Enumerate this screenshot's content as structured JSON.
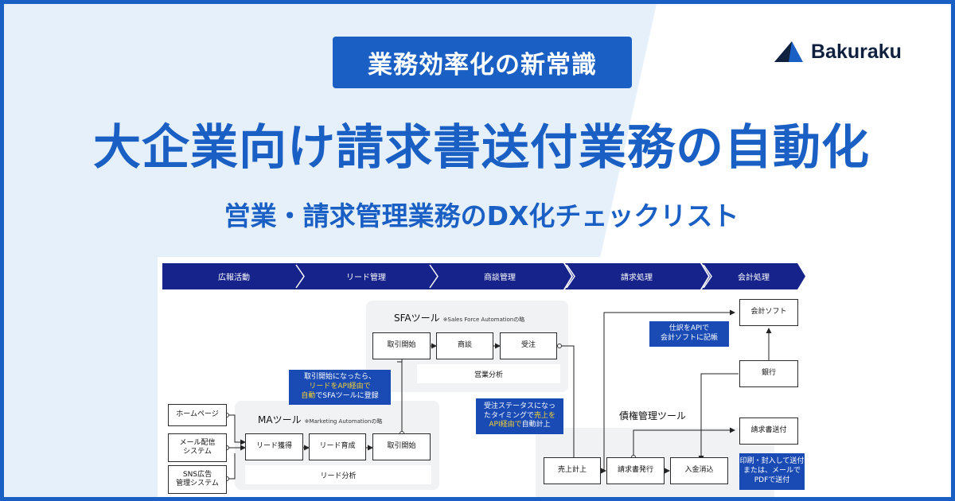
{
  "tagline": "業務効率化の新常識",
  "brand": {
    "name": "Bakuraku",
    "logo_icon": "triangle-logo-icon"
  },
  "headline": "大企業向け請求書送付業務の自動化",
  "subline": "営業・請求管理業務のDX化チェックリスト",
  "colors": {
    "primary": "#1a5fc4",
    "navy": "#16238a",
    "note": "#1a4bb4",
    "highlight": "#f5d232"
  },
  "diagram": {
    "stages": [
      "広報活動",
      "リード管理",
      "商談管理",
      "請求処理",
      "会計処理"
    ],
    "sources": [
      "ホームページ",
      "メール配信\nシステム",
      "SNS広告\n管理システム"
    ],
    "ma": {
      "title": "MAツール",
      "subtitle": "※Marketing Automationの略",
      "steps": [
        "リード獲得",
        "リード育成",
        "取引開始"
      ],
      "analysis": "リード分析"
    },
    "sfa": {
      "title": "SFAツール",
      "subtitle": "※Sales Force Automationの略",
      "steps": [
        "取引開始",
        "商談",
        "受注"
      ],
      "analysis": "営業分析"
    },
    "credit": {
      "title": "債権管理ツール",
      "steps": [
        "売上計上",
        "請求書発行",
        "入金消込"
      ]
    },
    "right": {
      "accounting": "会計ソフト",
      "bank": "銀行",
      "invoice_send": "請求書送付"
    },
    "notes": {
      "api_lead": {
        "l1": "取引開始になったら、",
        "l2": "リードをAPI経由で",
        "l3a": "自動",
        "l3b": "でSFAツールに登録"
      },
      "order": {
        "l1": "受注ステータスになっ",
        "l2a": "たタイミングで",
        "l2b": "売上を",
        "l3a": "API経由で",
        "l3b": "自動計上"
      },
      "journal": {
        "l1": "仕訳をAPIで",
        "l2": "会計ソフトに記帳"
      },
      "send": {
        "l1": "印刷・封入して送付",
        "l2": "または、メールで",
        "l3": "PDFで送付"
      }
    }
  }
}
